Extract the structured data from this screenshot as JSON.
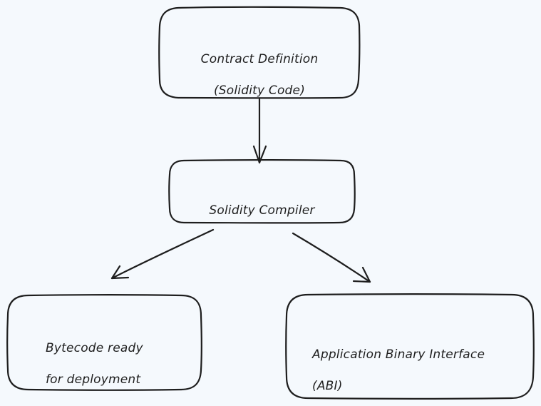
{
  "diagram": {
    "nodes": [
      {
        "id": "contract-definition",
        "lines": [
          "Contract Definition",
          "(Solidity Code)"
        ]
      },
      {
        "id": "solidity-compiler",
        "lines": [
          "Solidity Compiler"
        ]
      },
      {
        "id": "bytecode",
        "lines": [
          "Bytecode ready",
          "for deployment"
        ]
      },
      {
        "id": "abi",
        "lines": [
          "Application Binary Interface",
          "(ABI)"
        ]
      }
    ],
    "edges": [
      {
        "from": "contract-definition",
        "to": "solidity-compiler"
      },
      {
        "from": "solidity-compiler",
        "to": "bytecode"
      },
      {
        "from": "solidity-compiler",
        "to": "abi"
      }
    ],
    "colors": {
      "background": "#f5f9fd",
      "stroke": "#1e1e1e",
      "text": "#1e1e1e"
    }
  }
}
